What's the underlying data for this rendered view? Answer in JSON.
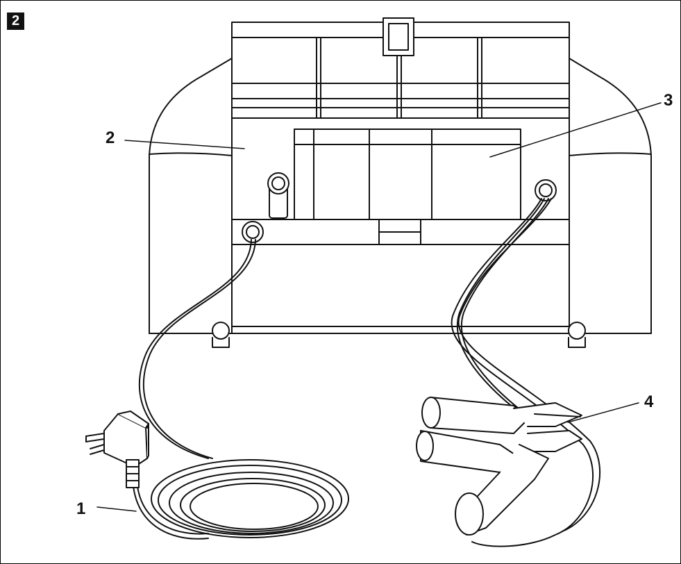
{
  "figure_number": "2",
  "callouts": {
    "power_cord": "1",
    "housing": "2",
    "rating_label": "3",
    "battery_clamps": "4"
  }
}
